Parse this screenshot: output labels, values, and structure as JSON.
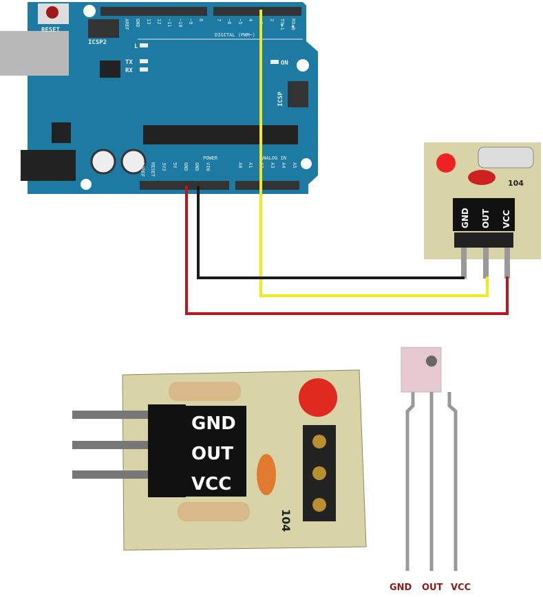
{
  "arduino": {
    "reset_label": "RESET",
    "icsp2_label": "ICSP2",
    "icsp_label": "ICSP",
    "digital_label": "DIGITAL (PWM~)",
    "digital_pins": [
      "AREF",
      "GND",
      "13",
      "12",
      "~11",
      "~10",
      "~9",
      "8",
      "7",
      "~6",
      "~5",
      "4",
      "~3",
      "2",
      "TX▶1",
      "RX◀0"
    ],
    "led_labels": {
      "l": "L",
      "tx": "TX",
      "rx": "RX",
      "on": "ON"
    },
    "power_label": "POWER",
    "analog_label": "ANALOG IN",
    "power_pins": [
      "IOREF",
      "RESET",
      "3V3",
      "5V",
      "GND",
      "GND",
      "VIN"
    ],
    "analog_pins": [
      "A0",
      "A1",
      "A2",
      "A3",
      "A4",
      "A5"
    ],
    "board_color": "#1d7aa3"
  },
  "sensor_module": {
    "pin_labels": [
      "GND",
      "OUT",
      "VCC"
    ],
    "capacitor_label": "104",
    "board_color": "#d8d4a8"
  },
  "wires": {
    "signal_color": "#f2ea1a",
    "ground_color": "#1a1a1a",
    "power_color": "#c0141a"
  },
  "receiver": {
    "pin_labels": [
      "GND",
      "OUT",
      "VCC"
    ],
    "label_color": "#8b1a1a"
  }
}
